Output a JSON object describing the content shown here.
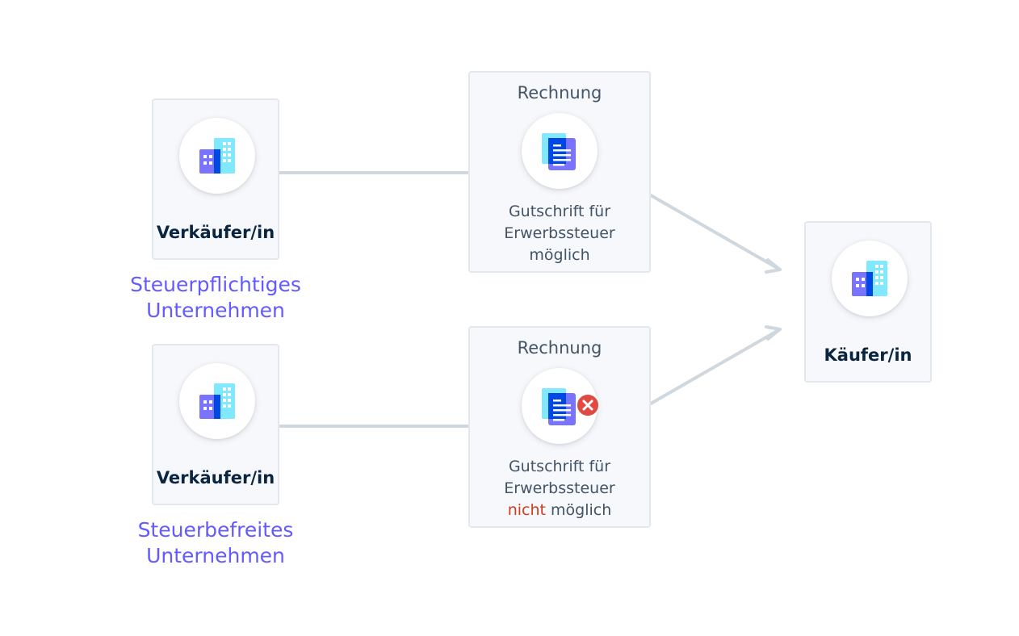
{
  "sellers": [
    {
      "label": "Verkäufer/in",
      "caption_line1": "Steuerpflichtiges",
      "caption_line2": "Unternehmen"
    },
    {
      "label": "Verkäufer/in",
      "caption_line1": "Steuerbefreites",
      "caption_line2": "Unternehmen"
    }
  ],
  "invoices": [
    {
      "title": "Rechnung",
      "line1": "Gutschrift für",
      "line2": "Erwerbssteuer",
      "line3": "möglich"
    },
    {
      "title": "Rechnung",
      "line1": "Gutschrift für",
      "line2": "Erwerbssteuer",
      "line3_negation": "nicht",
      "line3_rest": "möglich"
    }
  ],
  "buyer": {
    "label": "Käufer/in"
  },
  "colors": {
    "accent": "#635bff",
    "connector": "#cfd7df",
    "negative": "#d03c1f",
    "heading": "#0a2540",
    "text": "#425466",
    "icon_cyan": "#80e9ff",
    "icon_blue": "#0048e5",
    "icon_purple": "#7a73ff",
    "error_red": "#df4a43"
  },
  "icons": {
    "seller": "building-icon",
    "buyer": "building-icon",
    "invoice": "document-icon",
    "invoice_rejected": "document-error-icon"
  }
}
